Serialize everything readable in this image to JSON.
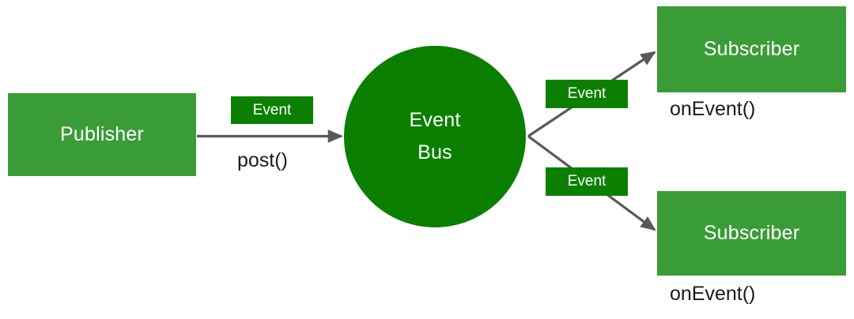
{
  "diagram": {
    "title": "Event Bus publish-subscribe diagram",
    "colors": {
      "node_light_green": "#3a9c37",
      "node_dark_green": "#0b8000",
      "arrow_gray": "#595959",
      "text_light": "#ffffff",
      "text_dark": "#1a1a1a",
      "background": "#ffffff"
    },
    "nodes": {
      "publisher": {
        "label": "Publisher"
      },
      "event_bus": {
        "label_line1": "Event",
        "label_line2": "Bus"
      },
      "subscriber_top": {
        "label": "Subscriber"
      },
      "subscriber_bottom": {
        "label": "Subscriber"
      }
    },
    "chips": {
      "event_post": {
        "label": "Event"
      },
      "event_top": {
        "label": "Event"
      },
      "event_bottom": {
        "label": "Event"
      }
    },
    "captions": {
      "post": "post()",
      "onevent_top": "onEvent()",
      "onevent_bottom": "onEvent()"
    },
    "edges": [
      {
        "name": "publisher-to-eventbus",
        "from": "publisher",
        "to": "event_bus",
        "label": "post()",
        "chip": "Event"
      },
      {
        "name": "eventbus-to-subscriber-top",
        "from": "event_bus",
        "to": "subscriber_top",
        "label": "onEvent()",
        "chip": "Event"
      },
      {
        "name": "eventbus-to-subscriber-bottom",
        "from": "event_bus",
        "to": "subscriber_bottom",
        "label": "onEvent()",
        "chip": "Event"
      }
    ]
  }
}
